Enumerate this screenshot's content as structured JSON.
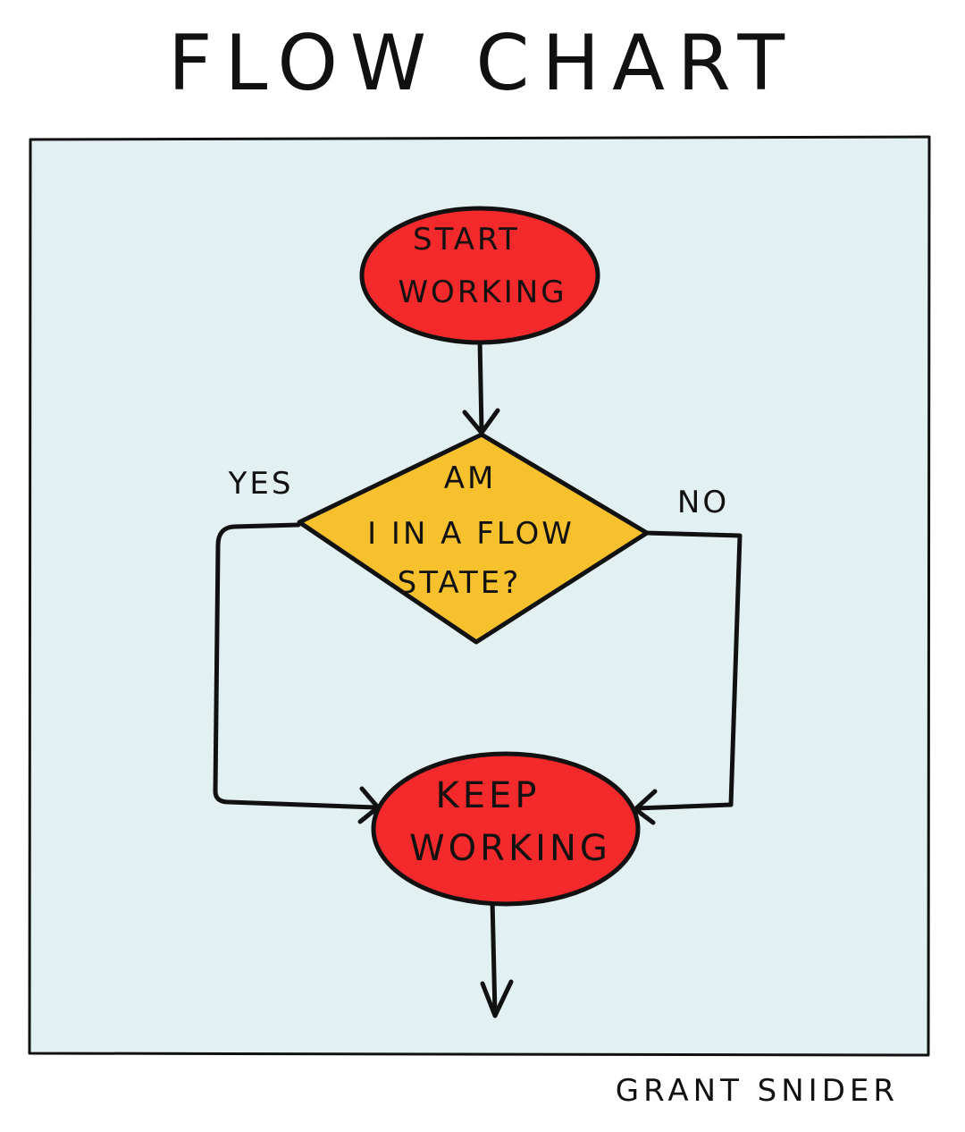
{
  "title": "FLOW CHART",
  "colors": {
    "panel": "#e3f0f1",
    "terminal": "#f4292b",
    "decision": "#f7c12e",
    "ink": "#111111"
  },
  "nodes": {
    "start": {
      "line1": "START",
      "line2": "WORKING"
    },
    "decision": {
      "line1": "AM",
      "line2": "I IN A FLOW",
      "line3": "STATE?"
    },
    "keep": {
      "line1": "KEEP",
      "line2": "WORKING"
    }
  },
  "edges": {
    "yes_label": "YES",
    "no_label": "NO"
  },
  "signature": "GRANT SNIDER"
}
